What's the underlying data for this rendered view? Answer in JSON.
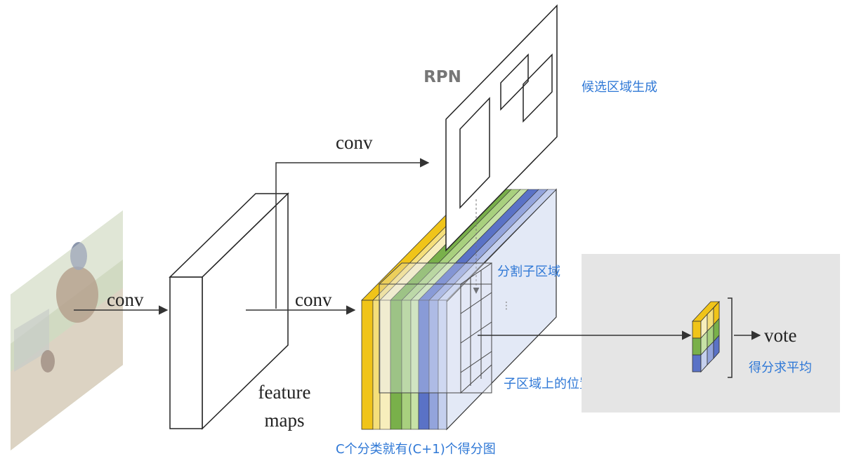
{
  "labels": {
    "conv_input": "conv",
    "conv_features": "conv",
    "conv_rpn": "conv",
    "feature_maps_line1": "feature",
    "feature_maps_line2": "maps",
    "rpn": "RPN",
    "vote": "vote"
  },
  "annotations": {
    "proposal_generation": "候选区域生成",
    "split_subregions": "分割子区域",
    "position_sensitive_scoring": "子区域上的位置敏感打分",
    "score_average": "得分求平均",
    "score_maps": "C个分类就有(C+1)个得分图"
  },
  "colors": {
    "annotation": "#2f78d6",
    "yellow": "#f0c419",
    "light_yellow": "#f7eebc",
    "green": "#79b04a",
    "light_green": "#c7e2a6",
    "blue": "#5a72c6",
    "light_blue": "#c5d0ee",
    "vote_panel": "#e5e5e5"
  },
  "icons": {
    "input_image": "horse-rider-photo"
  }
}
